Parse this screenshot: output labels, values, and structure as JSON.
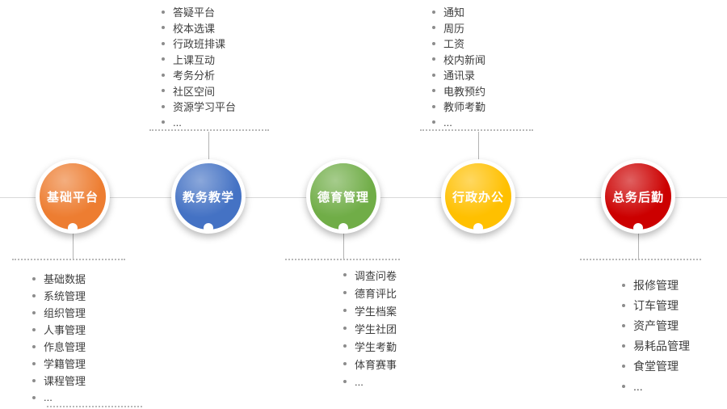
{
  "diagram": {
    "nodes": [
      {
        "id": "foundation-platform",
        "label": "基础平台",
        "color": "#ED7D31",
        "list_position": "below",
        "items": [
          "基础数据",
          "系统管理",
          "组织管理",
          "人事管理",
          "作息管理",
          "学籍管理",
          "课程管理",
          "..."
        ]
      },
      {
        "id": "academic-teaching",
        "label": "教务教学",
        "color": "#4472C4",
        "list_position": "above",
        "items": [
          "答疑平台",
          "校本选课",
          "行政班排课",
          "上课互动",
          "考务分析",
          "社区空间",
          "资源学习平台",
          "..."
        ]
      },
      {
        "id": "moral-education",
        "label": "德育管理",
        "color": "#70AD47",
        "list_position": "below",
        "items": [
          "调查问卷",
          "德育评比",
          "学生档案",
          "学生社团",
          "学生考勤",
          "体育赛事",
          "..."
        ]
      },
      {
        "id": "admin-office",
        "label": "行政办公",
        "color": "#FFC000",
        "list_position": "above",
        "items": [
          "通知",
          "周历",
          "工资",
          "校内新闻",
          "通讯录",
          "电教预约",
          "教师考勤",
          "..."
        ]
      },
      {
        "id": "general-logistics",
        "label": "总务后勤",
        "color": "#CC0000",
        "list_position": "below",
        "items": [
          "报修管理",
          "订车管理",
          "资产管理",
          "易耗品管理",
          "食堂管理",
          "..."
        ]
      }
    ]
  }
}
